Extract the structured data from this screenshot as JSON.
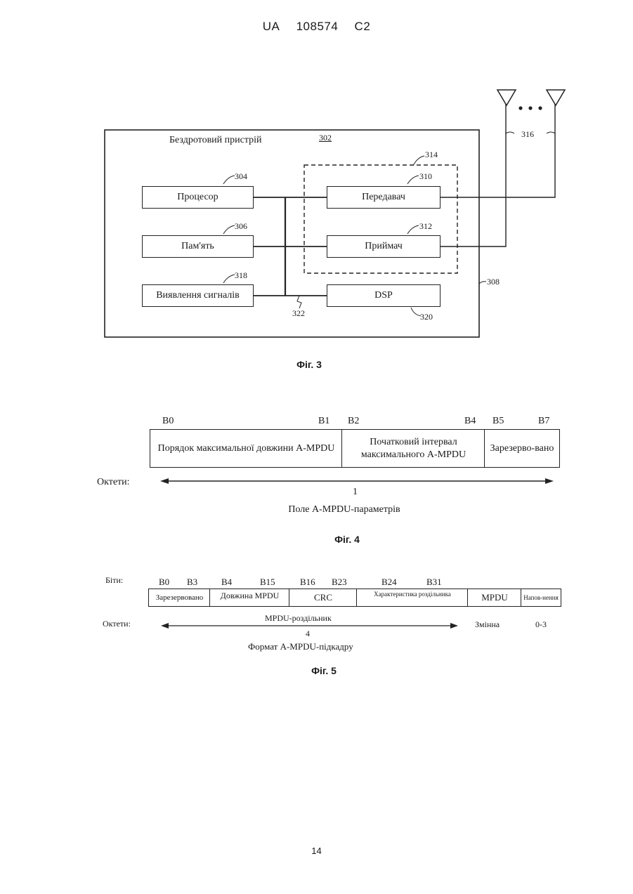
{
  "header": {
    "country": "UA",
    "number": "108574",
    "kind": "C2"
  },
  "fig3": {
    "device_label": "Бездротовий пристрій",
    "device_ref": "302",
    "processor": {
      "label": "Процесор",
      "ref": "304"
    },
    "memory": {
      "label": "Пам'ять",
      "ref": "306"
    },
    "signal_detector": {
      "label": "Виявлення сигналів",
      "ref": "318"
    },
    "transmitter": {
      "label": "Передавач",
      "ref": "310"
    },
    "receiver": {
      "label": "Приймач",
      "ref": "312"
    },
    "dsp": {
      "label": "DSP",
      "ref": "320"
    },
    "transceiver_ref": "314",
    "antenna_ref": "316",
    "housing_ref": "308",
    "bus_ref": "322",
    "caption": "Фіг. 3"
  },
  "fig4": {
    "bits": [
      "B0",
      "B1",
      "B2",
      "B4",
      "B5",
      "B7"
    ],
    "fields": [
      "Порядок максимальної довжини A-MPDU",
      "Початковий інтервал максимального A-MPDU",
      "Зарезерво-вано"
    ],
    "octets_label": "Октети:",
    "octets_value": "1",
    "title": "Поле A-MPDU-параметрів",
    "caption": "Фіг. 4"
  },
  "fig5": {
    "bits_label": "Біти:",
    "bits": [
      "B0",
      "B3",
      "B4",
      "B15",
      "B16",
      "B23",
      "B24",
      "B31"
    ],
    "fields": [
      "Зарезервовано",
      "Довжина MPDU",
      "CRC",
      "Характеристика роздільника",
      "MPDU",
      "Напов-нення"
    ],
    "octets_label": "Октети:",
    "delimiter_label": "MPDU-роздільник",
    "delimiter_octets": "4",
    "variable_label": "Змінна",
    "padding_octets": "0-3",
    "title": "Формат A-MPDU-підкадру",
    "caption": "Фіг. 5"
  },
  "page_number": "14"
}
